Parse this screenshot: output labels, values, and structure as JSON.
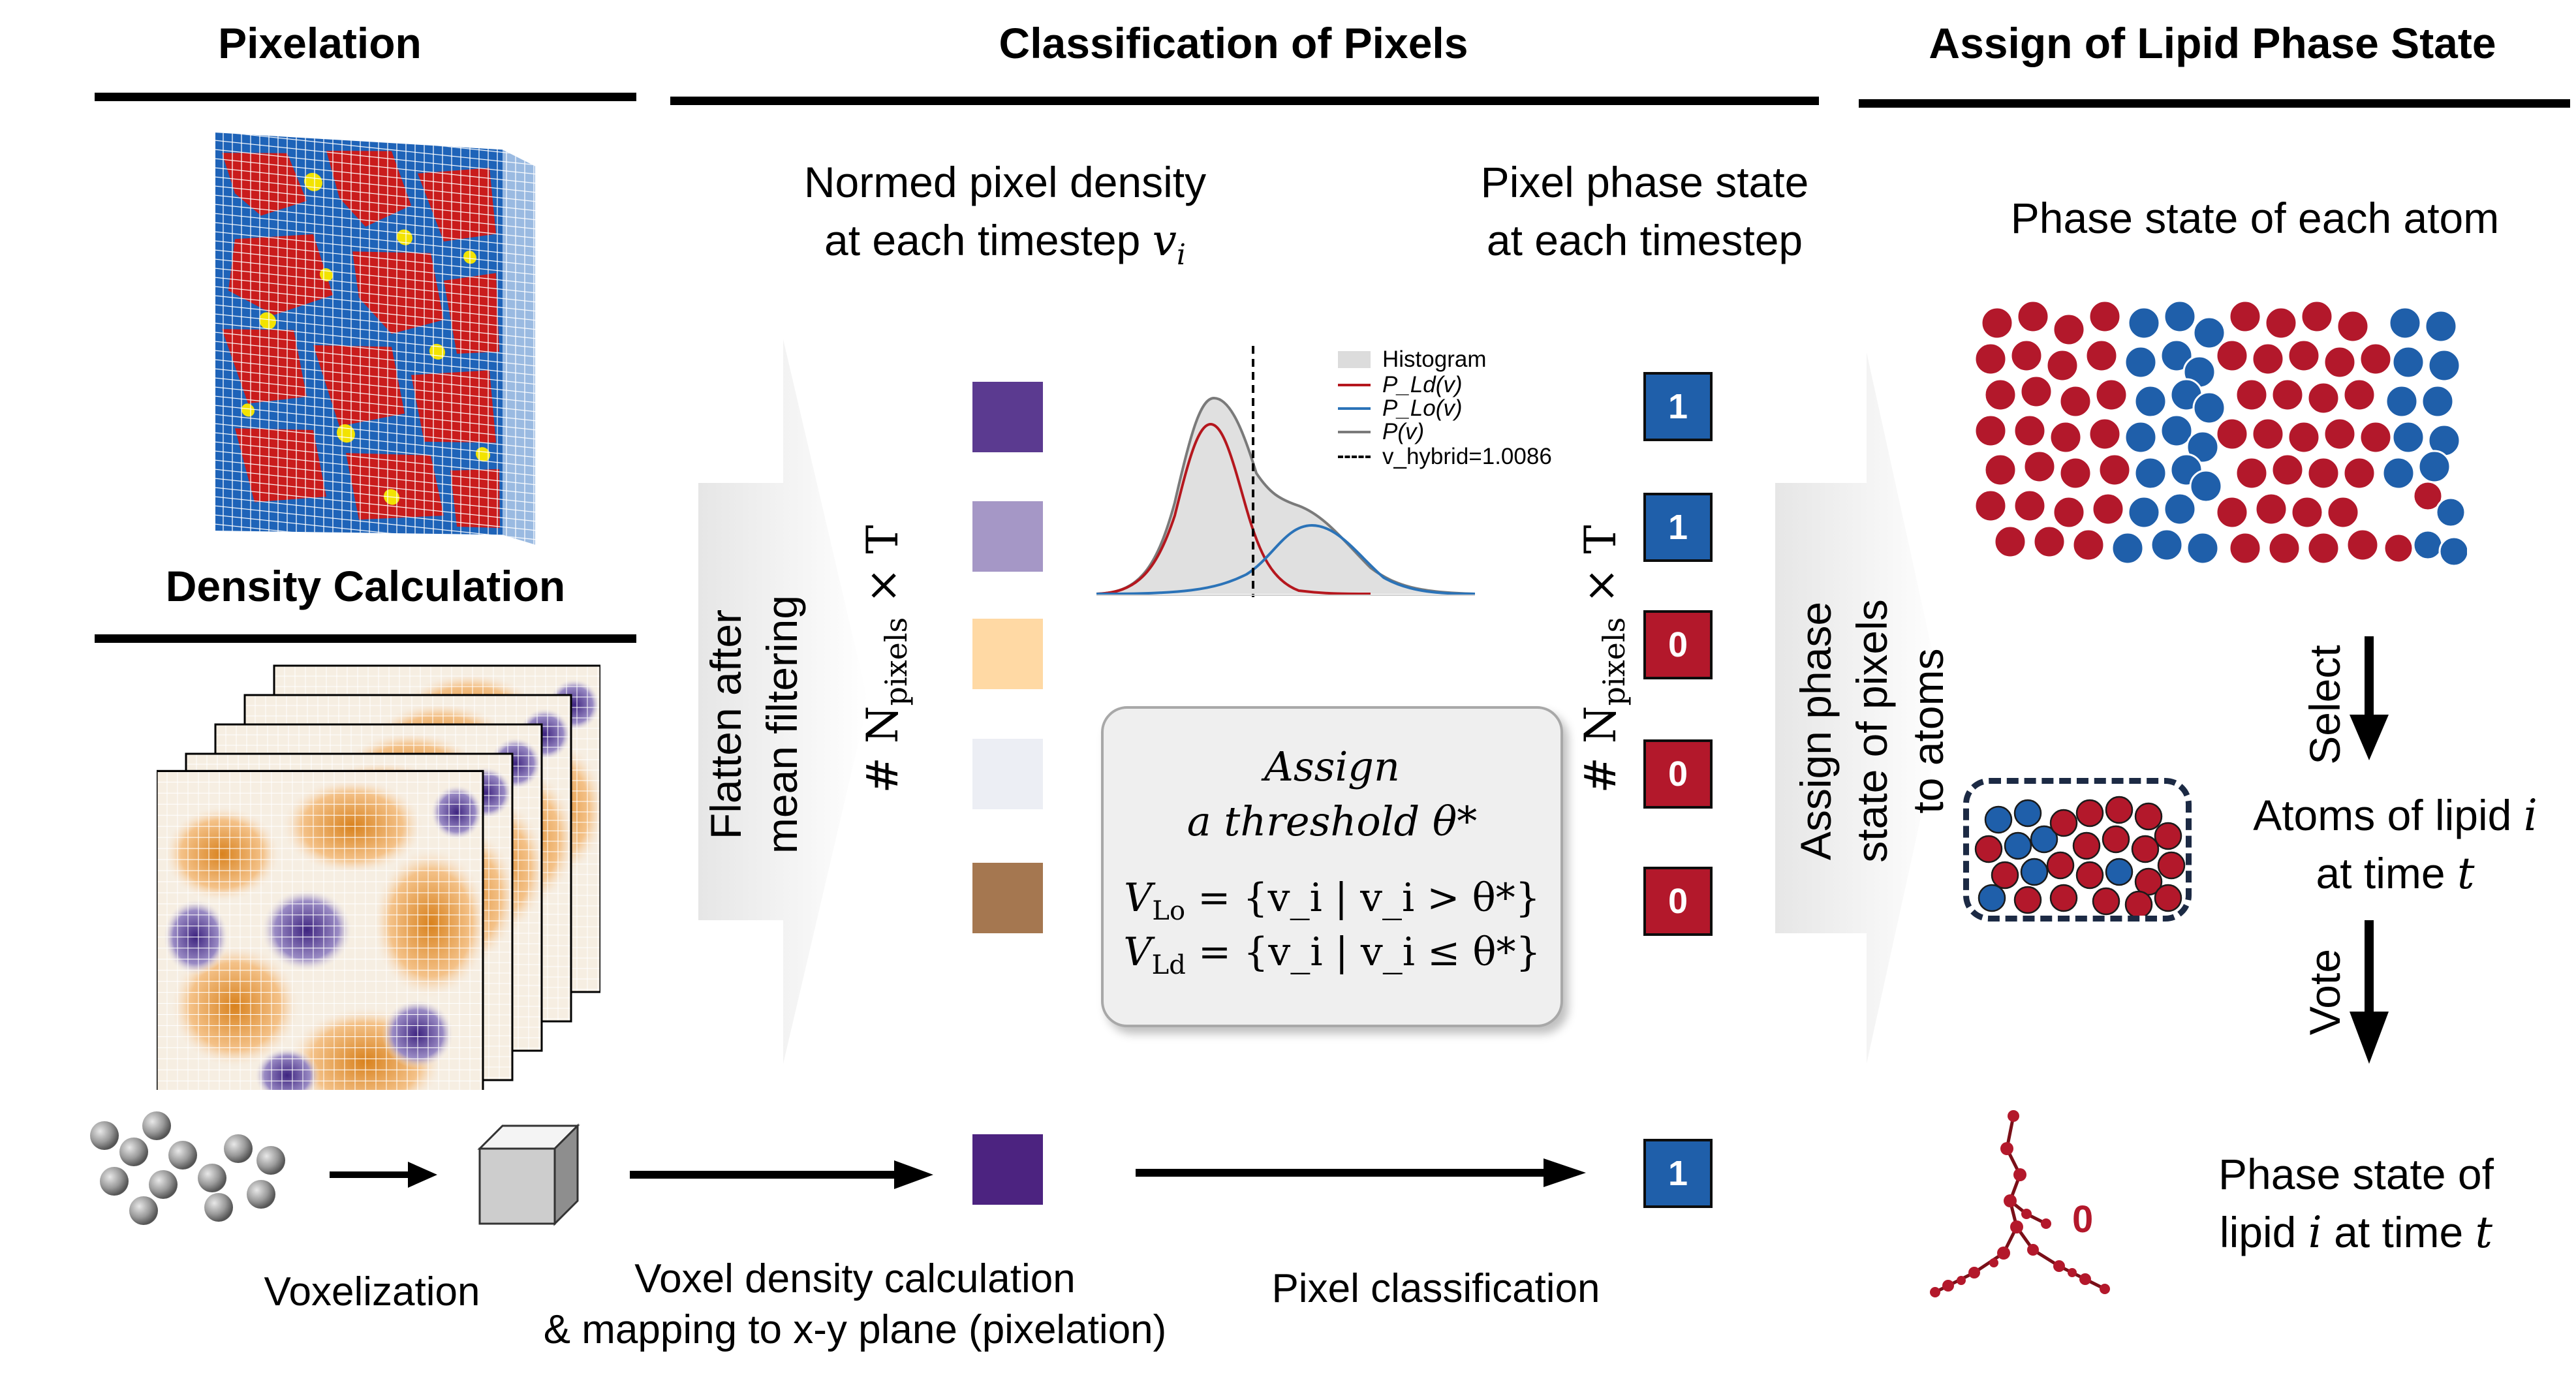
{
  "sections": {
    "pixelation": "Pixelation",
    "density": "Density Calculation",
    "classification": "Classification of Pixels",
    "assign": "Assign of Lipid Phase State"
  },
  "labels": {
    "normed_line1": "Normed pixel density",
    "normed_line2": "at each timestep",
    "normed_var": "v",
    "normed_sub": "i",
    "pixel_state_line1": "Pixel phase state",
    "pixel_state_line2": "at each timestep",
    "phase_each_atom": "Phase state of each atom",
    "flatten": "Flatten after mean filtering",
    "assign_pixels": "Assign phase state of pixels to atoms",
    "npixels_left": "# N",
    "npixels_sub": "pixels",
    "npixels_times": "× T",
    "select": "Select",
    "vote": "Vote",
    "atoms_line1": "Atoms of lipid",
    "atoms_var1": "i",
    "atoms_line2": "at time",
    "atoms_var2": "t",
    "phase_lipid_line1": "Phase state of",
    "phase_lipid_line2a": "lipid",
    "phase_lipid_var1": "i",
    "phase_lipid_line2b": "at time",
    "phase_lipid_var2": "t",
    "lipid_state": "0"
  },
  "assign_box": {
    "line1": "Assign",
    "line2": "a threshold θ*",
    "eq1_lhs": "V",
    "eq1_sub": "Lo",
    "eq1_rhs": " = {v_i | v_i > θ*}",
    "eq2_lhs": "V",
    "eq2_sub": "Ld",
    "eq2_rhs": " = {v_i | v_i ≤ θ*}"
  },
  "legend": {
    "histogram": "Histogram",
    "p_ld": "P_Ld(v)",
    "p_lo": "P_Lo(v)",
    "p": "P(v)",
    "v_hybrid": "v_hybrid=1.0086"
  },
  "swatch_colors": [
    "#5b3a90",
    "#a597c6",
    "#ffd9a4",
    "#eceef4",
    "#a57750"
  ],
  "bottom_swatch_color": "#4c2380",
  "pixel_states": [
    "1",
    "1",
    "0",
    "0",
    "0"
  ],
  "bottom_state": "1",
  "captions": {
    "voxelization": "Voxelization",
    "voxel_density_1": "Voxel density calculation",
    "voxel_density_2": "& mapping to x-y plane (pixelation)",
    "pixel_classification": "Pixel classification"
  },
  "colors": {
    "lo_blue": "#1f5faa",
    "ld_red": "#b3182b",
    "ld_curve": "#b5171e",
    "lo_curve": "#2b73b8",
    "p_curve": "#7a7a7a"
  }
}
